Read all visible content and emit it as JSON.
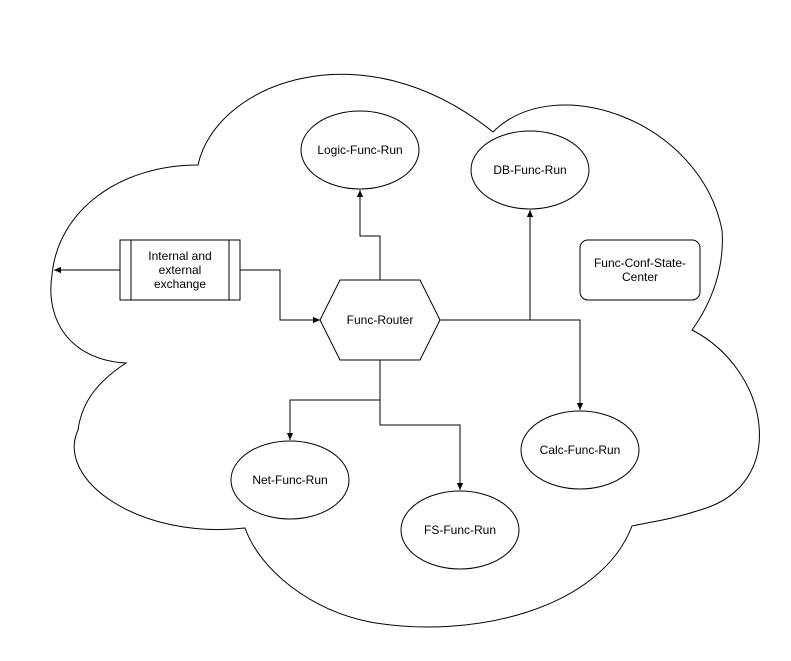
{
  "diagram": {
    "nodes": {
      "logic": "Logic-Func-Run",
      "db": "DB-Func-Run",
      "exchange": "Internal and external exchange",
      "router": "Func-Router",
      "conf": "Func-Conf-State-Center",
      "net": "Net-Func-Run",
      "fs": "FS-Func-Run",
      "calc": "Calc-Func-Run"
    },
    "colors": {
      "stroke": "#000000",
      "fill": "#ffffff",
      "text": "#000000"
    }
  }
}
